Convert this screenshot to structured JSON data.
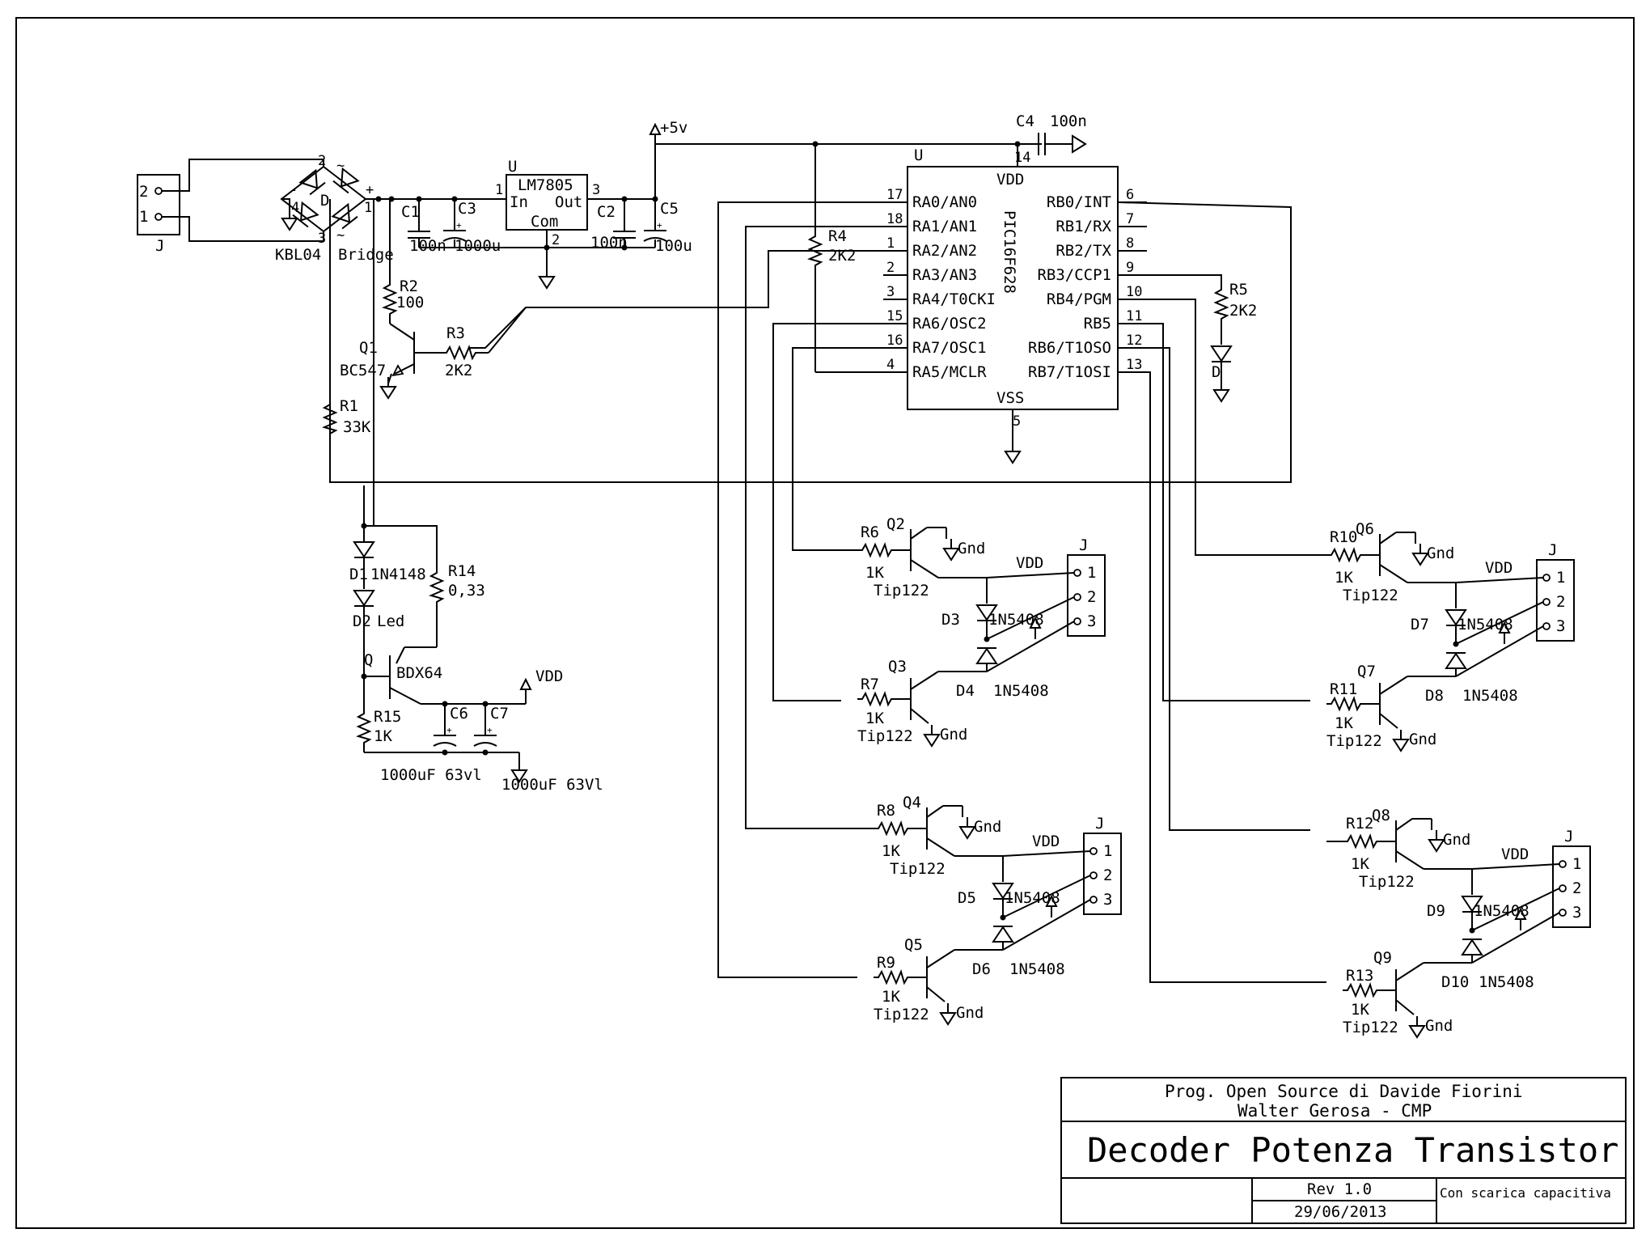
{
  "power": {
    "bridge_type": "KBL04",
    "bridge_word": "Bridge",
    "bridge_ref": "D",
    "bridge_pins": [
      "2",
      "~",
      "+",
      "1",
      "4",
      "-",
      "3",
      "~"
    ],
    "regulator_ref": "U",
    "regulator_part": "LM7805",
    "regulator_in": "In",
    "regulator_out": "Out",
    "regulator_com": "Com",
    "regulator_pins": [
      "1",
      "3",
      "2"
    ],
    "c1": {
      "ref": "C1",
      "val": "100n"
    },
    "c3": {
      "ref": "C3",
      "val": "1000u"
    },
    "c2": {
      "ref": "C2",
      "val": "100n"
    },
    "c5": {
      "ref": "C5",
      "val": "100u"
    },
    "c4": {
      "ref": "C4",
      "val": "100n"
    },
    "vcc": "+5v",
    "input_conn": {
      "ref": "J",
      "pins": [
        "2",
        "1"
      ]
    }
  },
  "mcu": {
    "ref": "U",
    "part": "PIC16F628",
    "vdd": "VDD",
    "vss": "VSS",
    "vdd_pin": "14",
    "vss_pin": "5",
    "left_pins": [
      {
        "num": "17",
        "name": "RA0/AN0"
      },
      {
        "num": "18",
        "name": "RA1/AN1"
      },
      {
        "num": "1",
        "name": "RA2/AN2"
      },
      {
        "num": "2",
        "name": "RA3/AN3"
      },
      {
        "num": "3",
        "name": "RA4/T0CKI"
      },
      {
        "num": "15",
        "name": "RA6/OSC2"
      },
      {
        "num": "16",
        "name": "RA7/OSC1"
      },
      {
        "num": "4",
        "name": "RA5/MCLR"
      }
    ],
    "right_pins": [
      {
        "num": "6",
        "name": "RB0/INT"
      },
      {
        "num": "7",
        "name": "RB1/RX"
      },
      {
        "num": "8",
        "name": "RB2/TX"
      },
      {
        "num": "9",
        "name": "RB3/CCP1"
      },
      {
        "num": "10",
        "name": "RB4/PGM"
      },
      {
        "num": "11",
        "name": "RB5"
      },
      {
        "num": "12",
        "name": "RB6/T1OSO"
      },
      {
        "num": "13",
        "name": "RB7/T1OSI"
      }
    ]
  },
  "input_stage": {
    "r2": {
      "ref": "R2",
      "val": "100"
    },
    "r3": {
      "ref": "R3",
      "val": "2K2"
    },
    "r1": {
      "ref": "R1",
      "val": "33K"
    },
    "r4": {
      "ref": "R4",
      "val": "2K2"
    },
    "r5": {
      "ref": "R5",
      "val": "2K2"
    },
    "q1": {
      "ref": "Q1",
      "part": "BC547"
    },
    "led_ref": "D"
  },
  "discharge": {
    "d1": {
      "ref": "D1",
      "part": "1N4148"
    },
    "d2": {
      "ref": "D2",
      "part": "Led"
    },
    "r14": {
      "ref": "R14",
      "val": "0,33"
    },
    "q": {
      "ref": "Q",
      "part": "BDX64"
    },
    "r15": {
      "ref": "R15",
      "val": "1K"
    },
    "c6": {
      "ref": "C6",
      "val": "1000uF 63vl"
    },
    "c7": {
      "ref": "C7",
      "val": "1000uF 63Vl"
    },
    "vdd": "VDD"
  },
  "drivers": [
    {
      "ra": "R6",
      "rb": "R7",
      "rval": "1K",
      "qa": "Q2",
      "qb": "Q3",
      "part": "Tip122",
      "da": "D3",
      "db": "D4",
      "dpart": "1N5408",
      "conn": "J",
      "vdd": "VDD",
      "gnd": "Gnd",
      "pins": [
        "1",
        "2",
        "3"
      ]
    },
    {
      "ra": "R8",
      "rb": "R9",
      "rval": "1K",
      "qa": "Q4",
      "qb": "Q5",
      "part": "Tip122",
      "da": "D5",
      "db": "D6",
      "dpart": "1N5408",
      "conn": "J",
      "vdd": "VDD",
      "gnd": "Gnd",
      "pins": [
        "1",
        "2",
        "3"
      ]
    },
    {
      "ra": "R10",
      "rb": "R11",
      "rval": "1K",
      "qa": "Q6",
      "qb": "Q7",
      "part": "Tip122",
      "da": "D7",
      "db": "D8",
      "dpart": "1N5408",
      "conn": "J",
      "vdd": "VDD",
      "gnd": "Gnd",
      "pins": [
        "1",
        "2",
        "3"
      ]
    },
    {
      "ra": "R12",
      "rb": "R13",
      "rval": "1K",
      "qa": "Q8",
      "qb": "Q9",
      "part": "Tip122",
      "da": "D9",
      "db": "D10",
      "dpart": "1N5408",
      "conn": "J",
      "vdd": "VDD",
      "gnd": "Gnd",
      "pins": [
        "1",
        "2",
        "3"
      ]
    }
  ],
  "title_block": {
    "line1": "Prog. Open Source di Davide Fiorini",
    "line2": "Walter Gerosa - CMP",
    "title": "Decoder Potenza Transistor",
    "rev": "Rev 1.0",
    "date": "29/06/2013",
    "note": "Con scarica capacitiva"
  }
}
